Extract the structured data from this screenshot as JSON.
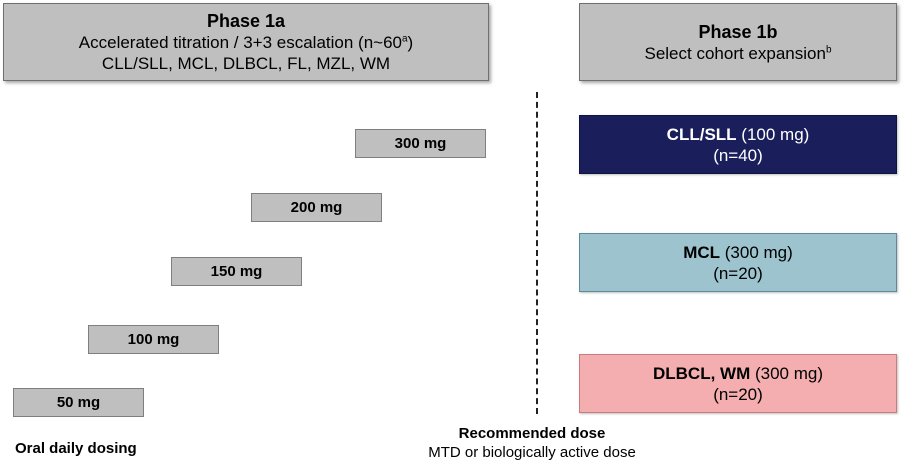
{
  "phase_1a": {
    "title": "Phase 1a",
    "line1": "Accelerated titration / 3+3 escalation (n~60",
    "line1_sup": "a",
    "line1_end": ")",
    "line2": "CLL/SLL, MCL, DLBCL, FL, MZL, WM"
  },
  "phase_1b": {
    "title": "Phase 1b",
    "line1": "Select cohort expansion",
    "line1_sup": "b"
  },
  "doses": [
    "50 mg",
    "100 mg",
    "150 mg",
    "200 mg",
    "300 mg"
  ],
  "cohorts": [
    {
      "name": "CLL/SLL",
      "dose": " (100 mg)",
      "n": "(n=40)"
    },
    {
      "name": "MCL",
      "dose": " (300 mg)",
      "n": "(n=20)"
    },
    {
      "name": "DLBCL, WM",
      "dose": " (300 mg)",
      "n": "(n=20)"
    }
  ],
  "captions": {
    "oral": "Oral daily dosing",
    "recommended": "Recommended dose",
    "recommended_sub": "MTD or biologically active dose"
  }
}
